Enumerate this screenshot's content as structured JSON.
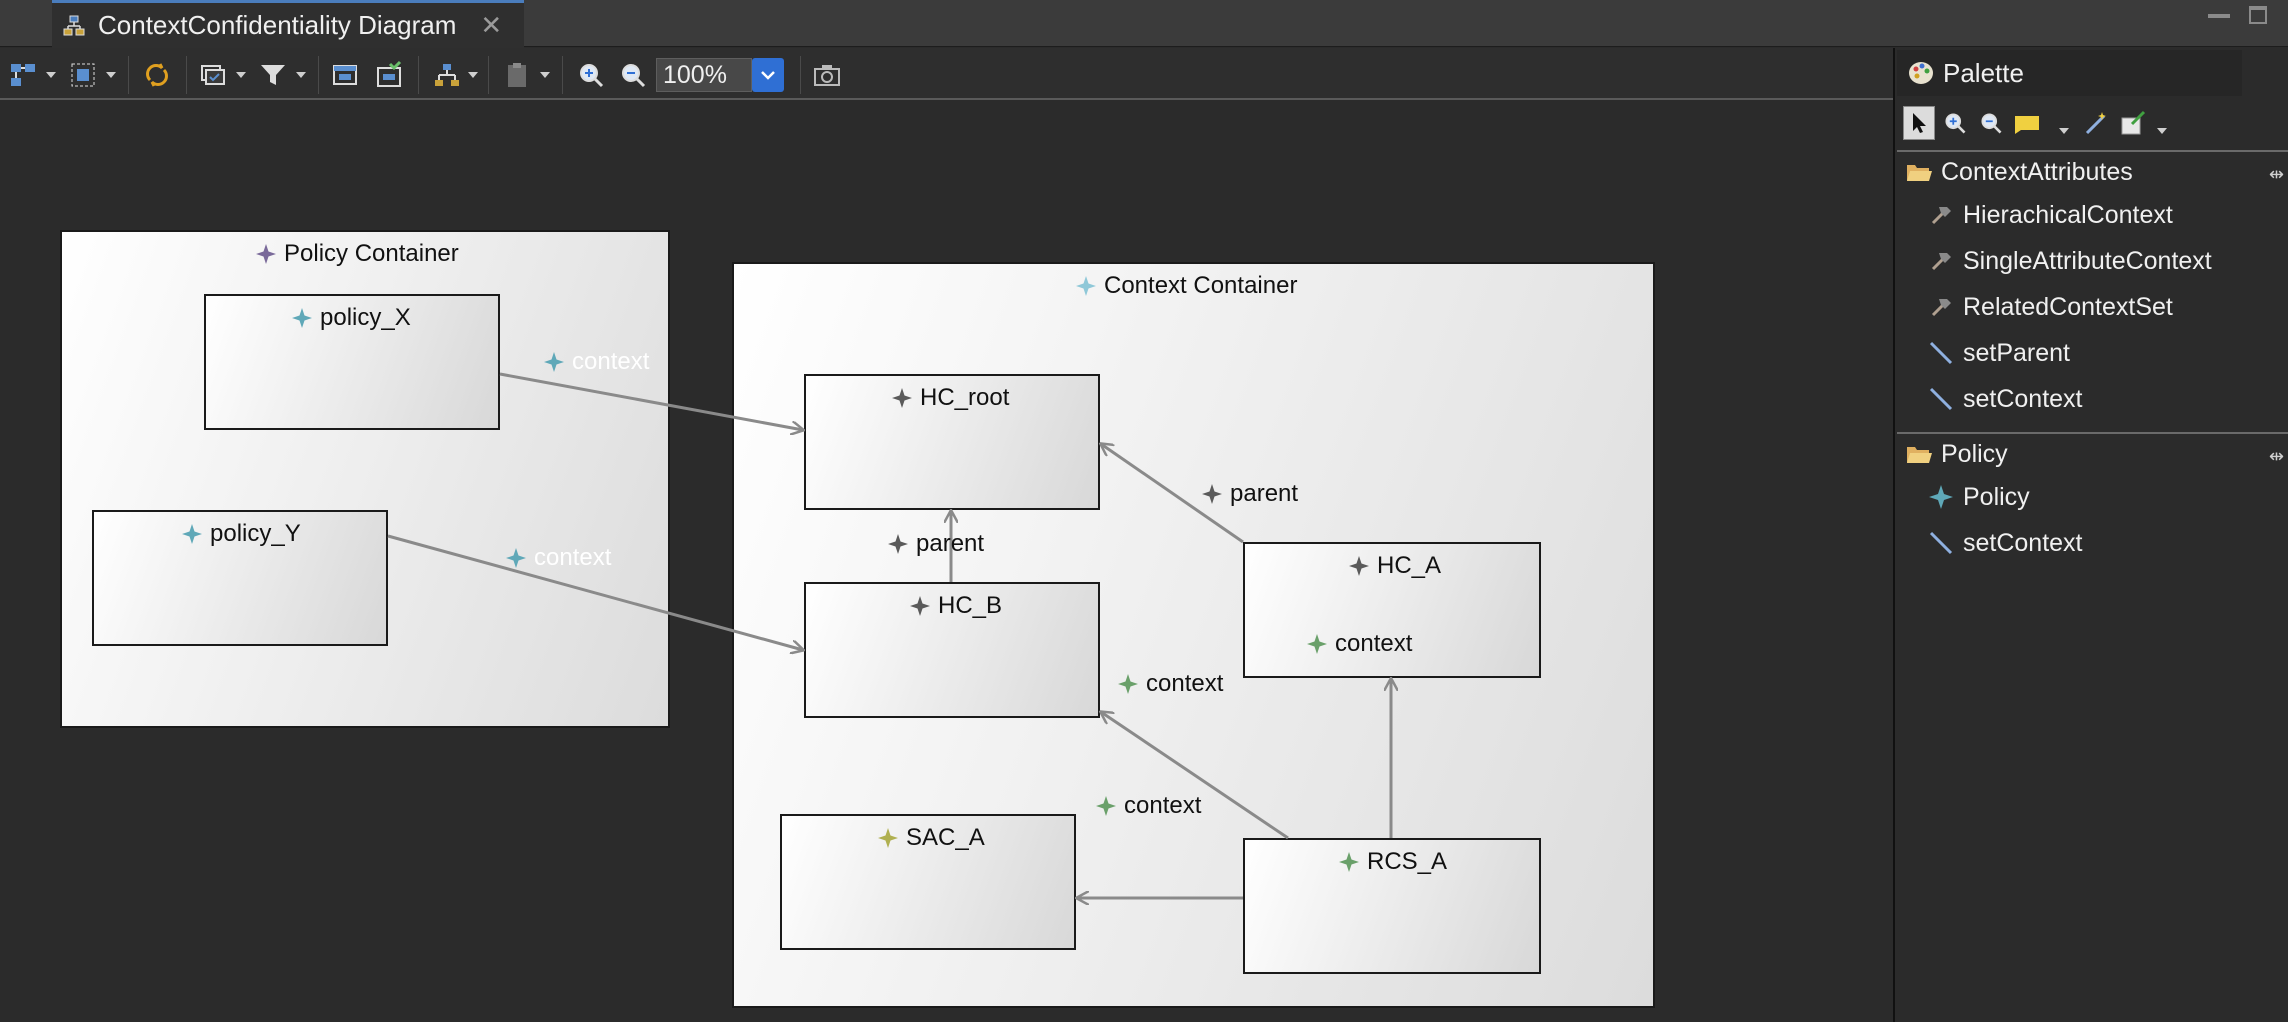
{
  "editor_tab": {
    "title": "ContextConfidentiality Diagram"
  },
  "toolbar": {
    "zoom_value": "100%"
  },
  "diagram": {
    "policy_container": {
      "label": "Policy Container"
    },
    "context_container": {
      "label": "Context Container"
    },
    "nodes": {
      "policy_x": "policy_X",
      "policy_y": "policy_Y",
      "hc_root": "HC_root",
      "hc_b": "HC_B",
      "hc_a": "HC_A",
      "hc_a_context": "context",
      "sac_a": "SAC_A",
      "rcs_a": "RCS_A"
    },
    "edge_labels": {
      "policy_x_context": "context",
      "policy_y_context": "context",
      "hc_b_parent": "parent",
      "hc_a_parent": "parent",
      "rcs_hcb_context": "context",
      "rcs_sac_context": "context"
    },
    "colors": {
      "policy_glyph": "#5fa8b8",
      "container_glyph": "#7a6a9a",
      "hc_glyph": "#5a5a5a",
      "context_glyph": "#6aa06a",
      "sac_glyph": "#b0b050",
      "edge": "#8a8a8a"
    }
  },
  "palette": {
    "title": "Palette",
    "drawers": [
      {
        "title": "ContextAttributes",
        "entries": [
          {
            "label": "HierachicalContext",
            "icon": "hammer-icon"
          },
          {
            "label": "SingleAttributeContext",
            "icon": "hammer-icon"
          },
          {
            "label": "RelatedContextSet",
            "icon": "hammer-icon"
          },
          {
            "label": "setParent",
            "icon": "connection-icon"
          },
          {
            "label": "setContext",
            "icon": "connection-icon"
          }
        ]
      },
      {
        "title": "Policy",
        "entries": [
          {
            "label": "Policy",
            "icon": "policy-node-icon"
          },
          {
            "label": "setContext",
            "icon": "connection-icon"
          }
        ]
      }
    ]
  }
}
